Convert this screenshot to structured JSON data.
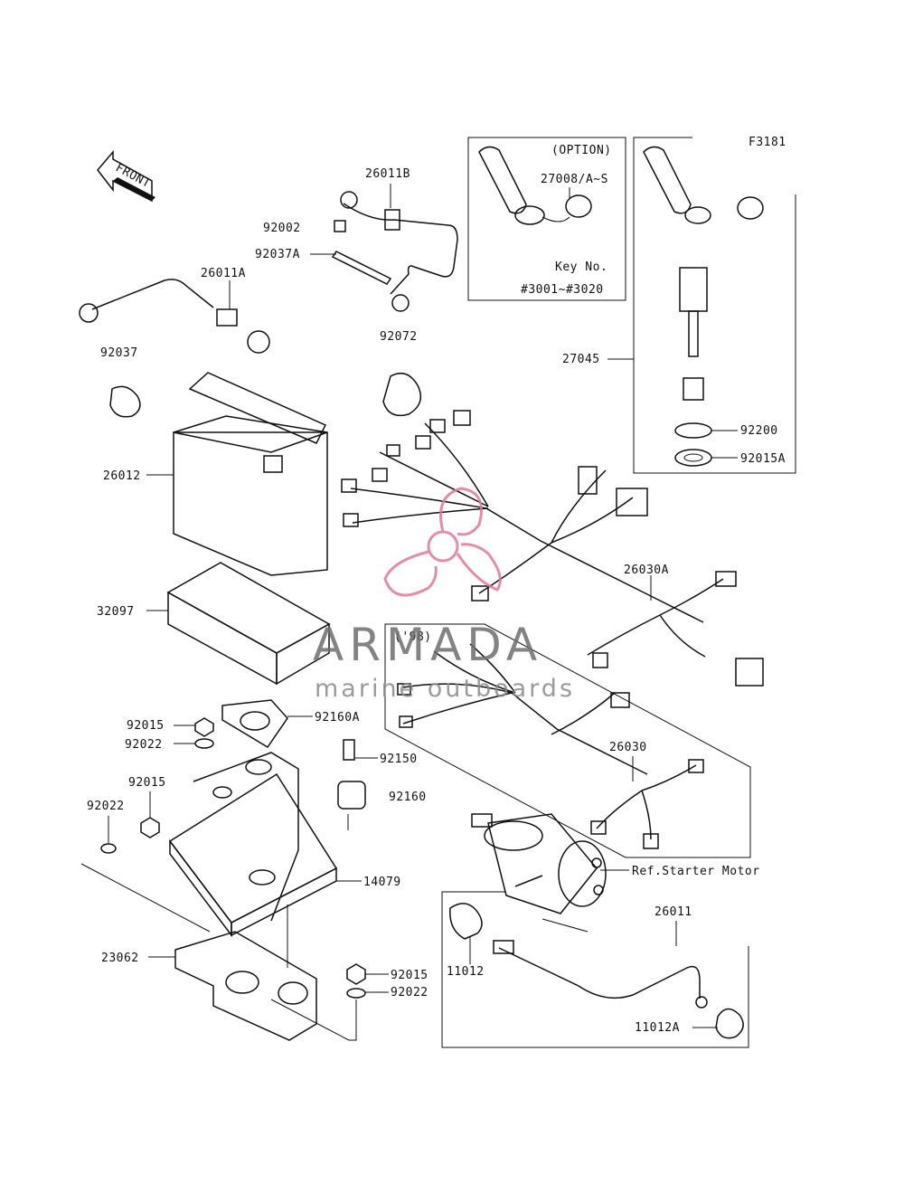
{
  "diagram": {
    "figure_code": "F3181",
    "front_label": "FRONT",
    "option_label": "(OPTION)",
    "option_part": "27008/A~S",
    "key_no_label": "Key No.",
    "key_no_range": "#3001~#3020",
    "year_label": "('98)",
    "reference_note": "Ref.Starter Motor",
    "parts": [
      {
        "id": "26011B",
        "label": "26011B"
      },
      {
        "id": "92002",
        "label": "92002"
      },
      {
        "id": "92037A",
        "label": "92037A"
      },
      {
        "id": "26011A",
        "label": "26011A"
      },
      {
        "id": "92072",
        "label": "92072"
      },
      {
        "id": "92037",
        "label": "92037"
      },
      {
        "id": "26012",
        "label": "26012"
      },
      {
        "id": "32097",
        "label": "32097"
      },
      {
        "id": "27045",
        "label": "27045"
      },
      {
        "id": "92200",
        "label": "92200"
      },
      {
        "id": "92015A",
        "label": "92015A"
      },
      {
        "id": "26030A",
        "label": "26030A"
      },
      {
        "id": "92160A",
        "label": "92160A"
      },
      {
        "id": "92015-a",
        "label": "92015"
      },
      {
        "id": "92022-a",
        "label": "92022"
      },
      {
        "id": "92150",
        "label": "92150"
      },
      {
        "id": "92015-b",
        "label": "92015"
      },
      {
        "id": "92160",
        "label": "92160"
      },
      {
        "id": "92022-b",
        "label": "92022"
      },
      {
        "id": "26030",
        "label": "26030"
      },
      {
        "id": "14079",
        "label": "14079"
      },
      {
        "id": "26011",
        "label": "26011"
      },
      {
        "id": "23062",
        "label": "23062"
      },
      {
        "id": "11012",
        "label": "11012"
      },
      {
        "id": "92015-c",
        "label": "92015"
      },
      {
        "id": "92022-c",
        "label": "92022"
      },
      {
        "id": "11012A",
        "label": "11012A"
      }
    ]
  },
  "watermark": {
    "brand": "ARMADA",
    "tagline": "marine outboards",
    "accent_color": "#e07a9a",
    "text_color": "#6e6e6e"
  }
}
